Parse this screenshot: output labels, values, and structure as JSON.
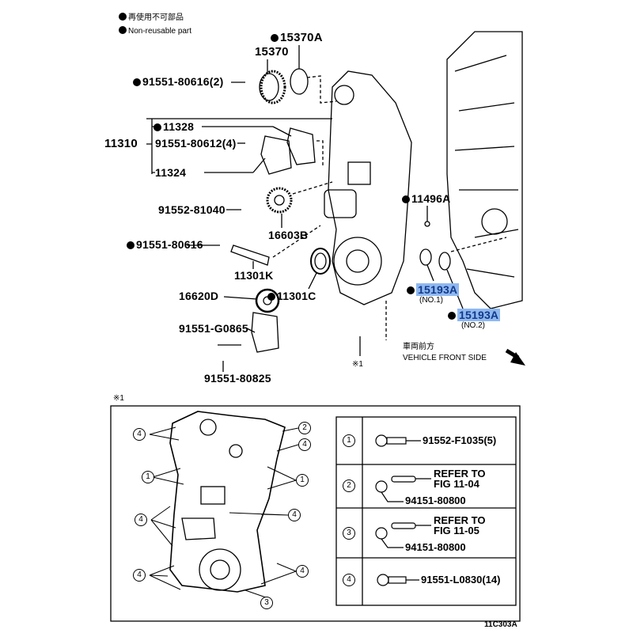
{
  "legend": {
    "jp": "再使用不可部品",
    "en": "Non-reusable part"
  },
  "labels": {
    "p15370A": "15370A",
    "p15370": "15370",
    "p91551_80616_2": "91551-80616(2)",
    "p11310": "11310",
    "p11328": "11328",
    "p91551_80612_4": "91551-80612(4)",
    "p11324": "11324",
    "p91552_81040": "91552-81040",
    "p16603B": "16603B",
    "p91551_80616": "91551-80616",
    "p11301K": "11301K",
    "p16620D": "16620D",
    "p11301C": "11301C",
    "p91551_G0865": "91551-G0865",
    "p91551_80825": "91551-80825",
    "p11496A": "11496A",
    "p15193A_1": "15193A",
    "p15193A_1_note": "(NO.1)",
    "p15193A_2": "15193A",
    "p15193A_2_note": "(NO.2)",
    "note_ref": "※1"
  },
  "direction": {
    "jp": "車両前方",
    "en": "VEHICLE FRONT SIDE"
  },
  "detail": {
    "title": "※1",
    "callouts": [
      "4",
      "2",
      "4",
      "1",
      "1",
      "4",
      "4",
      "4",
      "4",
      "3"
    ],
    "table": [
      {
        "num": "1",
        "lines": [
          "91552-F1035(5)"
        ]
      },
      {
        "num": "2",
        "lines": [
          "REFER TO",
          "FIG 11-04",
          "94151-80800"
        ]
      },
      {
        "num": "3",
        "lines": [
          "REFER TO",
          "FIG 11-05",
          "94151-80800"
        ]
      },
      {
        "num": "4",
        "lines": [
          "91551-L0830(14)"
        ]
      }
    ]
  },
  "figure_id": "11C303A",
  "colors": {
    "highlight": "#8fb8f0",
    "highlight_text": "#123a8a"
  }
}
